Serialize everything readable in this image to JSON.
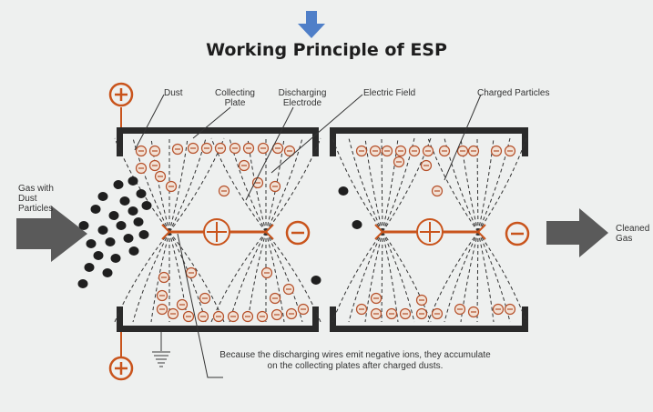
{
  "title": "Working Principle of ESP",
  "labels": {
    "dust": "Dust",
    "collecting_plate": [
      "Collecting",
      "Plate"
    ],
    "discharging_electrode": [
      "Discharging",
      "Electrode"
    ],
    "electric_field": "Electric Field",
    "charged_particles": "Charged Particles",
    "gas_with_dust": [
      "Gas with",
      "Dust",
      "Particles"
    ],
    "cleaned_gas": [
      "Cleaned",
      "Gas"
    ]
  },
  "note": "Because the discharging wires emit negative ions, they accumulate on the collecting plates after charged dusts.",
  "symbols": {
    "positive": "+",
    "negative": "−"
  },
  "colors": {
    "background": "#eef0ef",
    "plate": "#2a2a2a",
    "electrode": "#c9541c",
    "charge_ring": "#b5502a",
    "arrow": "#5a5a5a",
    "top_arrow": "#4f7fc8",
    "dust": "#1f1f1f",
    "field_lines": "#333333"
  }
}
